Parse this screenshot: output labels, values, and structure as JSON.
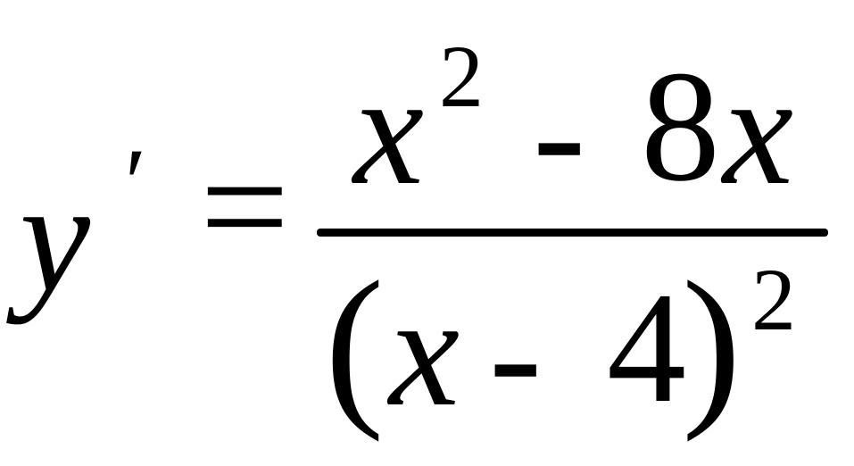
{
  "equation": {
    "lhs": {
      "variable": "y",
      "prime": "′",
      "equals": "="
    },
    "numerator": {
      "base": "x",
      "exponent": "2",
      "operator": "-",
      "coefficient": "8",
      "variable": "x"
    },
    "denominator": {
      "open_paren": "(",
      "variable": "x",
      "operator": "-",
      "constant": "4",
      "close_paren": ")",
      "exponent": "2"
    }
  }
}
